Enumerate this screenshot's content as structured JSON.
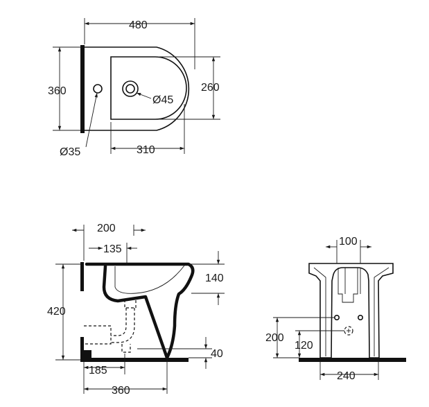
{
  "top_view": {
    "width_480": "480",
    "depth_360": "360",
    "inner_260": "260",
    "inner_310": "310",
    "hole_45": "Ø45",
    "hole_35": "Ø35"
  },
  "side_view": {
    "dim_200": "200",
    "dim_135": "135",
    "dim_140": "140",
    "dim_420": "420",
    "dim_40": "40",
    "dim_185": "185",
    "dim_360": "360"
  },
  "front_view": {
    "dim_100": "100",
    "dim_200": "200",
    "dim_120": "120",
    "dim_240": "240"
  }
}
